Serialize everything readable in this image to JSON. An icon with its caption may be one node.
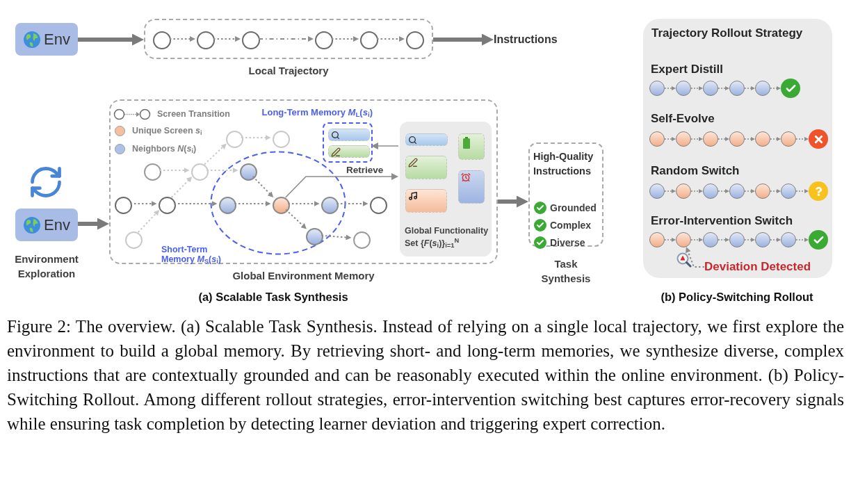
{
  "diagram": {
    "caption": "Figure 2: The overview. (a) Scalable Task Synthesis. Instead of relying on a single local trajectory, we first explore the environment to build a global memory. By retrieving short- and long-term memories, we synthesize diverse, complex instructions that are contextually grounded and can be reasonably executed within the online environment. (b) Policy-Switching Rollout. Among different rollout strategies, error-intervention switching best captures error-recovery signals while ensuring task completion by detecting learner deviation and triggering expert correction.",
    "nodes": [
      {
        "text": [
          "Env"
        ]
      },
      {
        "text": [
          "Local Trajectory"
        ]
      },
      {
        "text": [],
        "shape": "circle",
        "in": 1
      },
      {
        "text": [],
        "shape": "circle",
        "in": 1
      },
      {
        "text": [],
        "shape": "circle",
        "in": 1
      },
      {
        "text": [],
        "shape": "circle",
        "in": 1
      },
      {
        "text": [],
        "shape": "circle",
        "in": 1
      },
      {
        "text": [],
        "shape": "circle",
        "in": 1
      },
      {
        "text": [
          "Instructions"
        ]
      },
      {
        "text": [
          "Env"
        ],
        "beside": [
          "Environment Exploration"
        ]
      },
      {
        "text": [
          "Global Environment Memory"
        ]
      },
      {
        "text": [
          "Short-Term Memory *M*$_{S}$(*s*$_{i}$)"
        ],
        "in": 10
      },
      {
        "text": [
          "Long-Term Memory *M*$_{L}$(*s*$_{i}$)"
        ],
        "in": 10
      },
      {
        "text": [],
        "shape": "box",
        "in": 12
      },
      {
        "text": [],
        "shape": "box",
        "in": 12
      },
      {
        "text": [
          "Global Functionality Set {*F*(*s*$_{i}$)}$_{i=1}$$^{N}$"
        ],
        "in": 10
      },
      {
        "text": [],
        "shape": "box",
        "in": 15
      },
      {
        "text": [],
        "shape": "box",
        "in": 15
      },
      {
        "text": [],
        "shape": "box",
        "in": 15
      },
      {
        "text": [],
        "shape": "box",
        "in": 15
      },
      {
        "text": [],
        "shape": "box",
        "in": 15
      },
      {
        "text": [],
        "shape": "circle",
        "in": 10
      },
      {
        "text": [],
        "shape": "circle",
        "in": 10
      },
      {
        "text": [],
        "shape": "circle",
        "in": 10
      },
      {
        "text": [],
        "shape": "circle",
        "in": 10
      },
      {
        "text": [],
        "shape": "circle",
        "in": 11
      },
      {
        "text": [],
        "shape": "circle",
        "in": 10
      },
      {
        "text": [],
        "shape": "circle",
        "in": 10
      },
      {
        "text": [],
        "shape": "circle",
        "in": 11
      },
      {
        "text": [],
        "shape": "circle",
        "in": 11
      },
      {
        "text": [],
        "shape": "circle",
        "in": 11
      },
      {
        "text": [],
        "shape": "circle",
        "in": 10
      },
      {
        "text": [],
        "shape": "circle",
        "in": 10
      },
      {
        "text": [],
        "shape": "circle",
        "in": 11
      },
      {
        "text": [],
        "shape": "circle",
        "in": 10
      },
      {
        "text": [
          "High-Quality Instructions",
          "Grounded",
          "Complex",
          "Diverse"
        ],
        "beside": [
          "Task Synthesis"
        ]
      },
      {
        "text": [
          "Trajectory Rollout Strategy",
          "Expert Distill",
          "Self-Evolve",
          "Random Switch",
          "Error-Intervention Switch"
        ]
      },
      {
        "text": [],
        "shape": "circle",
        "in": 36
      },
      {
        "text": [],
        "shape": "circle",
        "in": 36
      },
      {
        "text": [],
        "shape": "circle",
        "in": 36
      },
      {
        "text": [],
        "shape": "circle",
        "in": 36
      },
      {
        "text": [],
        "shape": "circle",
        "in": 36
      },
      {
        "text": [],
        "shape": "circle",
        "in": 36
      },
      {
        "text": [],
        "shape": "circle",
        "in": 36
      },
      {
        "text": [],
        "shape": "circle",
        "in": 36
      },
      {
        "text": [],
        "shape": "circle",
        "in": 36
      },
      {
        "text": [],
        "shape": "circle",
        "in": 36
      },
      {
        "text": [],
        "shape": "circle",
        "in": 36
      },
      {
        "text": [],
        "shape": "circle",
        "in": 36
      },
      {
        "text": [],
        "shape": "circle",
        "in": 36
      },
      {
        "text": [],
        "shape": "circle",
        "in": 36
      },
      {
        "text": [],
        "shape": "circle",
        "in": 36
      },
      {
        "text": [],
        "shape": "circle",
        "in": 36
      },
      {
        "text": [],
        "shape": "circle",
        "in": 36
      },
      {
        "text": [],
        "shape": "circle",
        "in": 36
      },
      {
        "text": [],
        "shape": "circle",
        "in": 36
      },
      {
        "text": [],
        "shape": "circle",
        "in": 36
      },
      {
        "text": [],
        "shape": "circle",
        "in": 36
      },
      {
        "text": [],
        "shape": "circle",
        "in": 36
      },
      {
        "text": [],
        "shape": "circle",
        "in": 36
      },
      {
        "text": [],
        "shape": "circle",
        "in": 36
      },
      {
        "text": [],
        "shape": "circle",
        "in": 36
      },
      {
        "text": [],
        "shape": "circle",
        "in": 36
      },
      {
        "text": [],
        "shape": "circle",
        "in": 36
      },
      {
        "text": [
          "Deviation Detected"
        ],
        "in": 36
      }
    ],
    "edges": [
      {
        "from": 0,
        "to": 1,
        "arrow": "to",
        "style": "thick"
      },
      {
        "from": 2,
        "to": 3,
        "arrow": "to",
        "style": "dashed"
      },
      {
        "from": 3,
        "to": 4,
        "arrow": "to",
        "style": "dashed"
      },
      {
        "from": 4,
        "to": 5,
        "arrow": "to",
        "style": "dashed"
      },
      {
        "from": 5,
        "to": 6,
        "arrow": "to",
        "style": "dashed"
      },
      {
        "from": 6,
        "to": 7,
        "arrow": "to",
        "style": "dashed"
      },
      {
        "from": 1,
        "to": 8,
        "arrow": "to",
        "style": "thick"
      },
      {
        "from": 9,
        "to": 10,
        "arrow": "to",
        "style": "thick"
      },
      {
        "from": 32,
        "to": 27,
        "arrow": "to",
        "style": "dashed",
        "color": "#c8c8c8"
      },
      {
        "from": 27,
        "to": 24,
        "arrow": "to",
        "style": "dashed",
        "color": "#c8c8c8"
      },
      {
        "from": 24,
        "to": 21,
        "arrow": "to",
        "style": "dashed",
        "color": "#c8c8c8"
      },
      {
        "from": 21,
        "to": 22,
        "arrow": "to",
        "style": "dashed",
        "color": "#c8c8c8"
      },
      {
        "from": 23,
        "to": 24,
        "arrow": "to",
        "style": "dashed",
        "color": "#c8c8c8"
      },
      {
        "from": 24,
        "to": 25,
        "arrow": "to",
        "style": "dashed",
        "color": "#c8c8c8"
      },
      {
        "from": 25,
        "to": 29,
        "arrow": "to",
        "style": "dashed"
      },
      {
        "from": 26,
        "to": 27,
        "arrow": "to",
        "style": "dashed"
      },
      {
        "from": 27,
        "to": 28,
        "arrow": "to",
        "style": "dashed"
      },
      {
        "from": 28,
        "to": 29,
        "arrow": "to",
        "style": "dashed"
      },
      {
        "from": 29,
        "to": 30,
        "arrow": "to",
        "style": "dashed"
      },
      {
        "from": 30,
        "to": 31,
        "arrow": "to",
        "style": "dashed"
      },
      {
        "from": 29,
        "to": 33,
        "arrow": "to",
        "style": "dashed"
      },
      {
        "from": 33,
        "to": 34,
        "arrow": "to",
        "style": "dashed"
      },
      {
        "from": 29,
        "to": 15,
        "arrow": "to",
        "label": "Retrieve"
      },
      {
        "from": 15,
        "to": 12,
        "arrow": "to"
      },
      {
        "from": 10,
        "to": 35,
        "arrow": "to",
        "style": "thick"
      },
      {
        "from": 37,
        "to": 38,
        "arrow": "to",
        "style": "dashed"
      },
      {
        "from": 38,
        "to": 39,
        "arrow": "to",
        "style": "dashed"
      },
      {
        "from": 39,
        "to": 40,
        "arrow": "to",
        "style": "dashed"
      },
      {
        "from": 40,
        "to": 41,
        "arrow": "to",
        "style": "dashed"
      },
      {
        "from": 41,
        "to": 42,
        "arrow": "to",
        "style": "dashed"
      },
      {
        "from": 43,
        "to": 44,
        "arrow": "to",
        "style": "dashed"
      },
      {
        "from": 44,
        "to": 45,
        "arrow": "to",
        "style": "dashed"
      },
      {
        "from": 45,
        "to": 46,
        "arrow": "to",
        "style": "dashed"
      },
      {
        "from": 46,
        "to": 47,
        "arrow": "to",
        "style": "dashed"
      },
      {
        "from": 47,
        "to": 48,
        "arrow": "to",
        "style": "dashed"
      },
      {
        "from": 48,
        "to": 49,
        "arrow": "to",
        "style": "dashed"
      },
      {
        "from": 50,
        "to": 51,
        "arrow": "to",
        "style": "dashed"
      },
      {
        "from": 51,
        "to": 52,
        "arrow": "to",
        "style": "dashed"
      },
      {
        "from": 52,
        "to": 53,
        "arrow": "to",
        "style": "dashed"
      },
      {
        "from": 53,
        "to": 54,
        "arrow": "to",
        "style": "dashed"
      },
      {
        "from": 54,
        "to": 55,
        "arrow": "to",
        "style": "dashed"
      },
      {
        "from": 55,
        "to": 56,
        "arrow": "to",
        "style": "dashed"
      },
      {
        "from": 57,
        "to": 58,
        "arrow": "to",
        "style": "dashed"
      },
      {
        "from": 58,
        "to": 59,
        "arrow": "to",
        "style": "dashed"
      },
      {
        "from": 59,
        "to": 60,
        "arrow": "to",
        "style": "dashed"
      },
      {
        "from": 60,
        "to": 61,
        "arrow": "to",
        "style": "dashed"
      },
      {
        "from": 61,
        "to": 62,
        "arrow": "to",
        "style": "dashed"
      },
      {
        "from": 62,
        "to": 63,
        "arrow": "to",
        "style": "dashed"
      },
      {
        "from": 64,
        "to": 58,
        "arrow": "to",
        "style": "dashed"
      }
    ],
    "labels": [
      "(a) Scalable Task Synthesis",
      "(b) Policy-Switching Rollout"
    ],
    "legend": [
      {
        "text": "Screen Transition"
      },
      {
        "text": "Unique Screen *s*$_{i}$",
        "color": "#f6bf9f"
      },
      {
        "text": "Neighbors *N*(*s*$_{i}$)",
        "color": "#adc0e6"
      }
    ]
  }
}
